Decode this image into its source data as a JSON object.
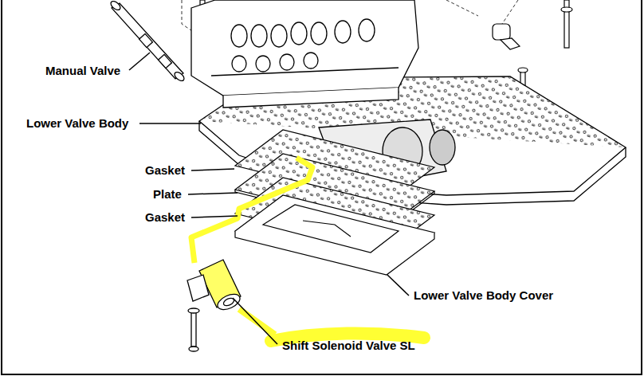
{
  "diagram": {
    "labels": [
      "Manual Valve",
      "Lower Valve Body",
      "Gasket",
      "Plate",
      "Gasket",
      "Lower Valve Body Cover",
      "Shift Solenoid Valve SL"
    ]
  }
}
